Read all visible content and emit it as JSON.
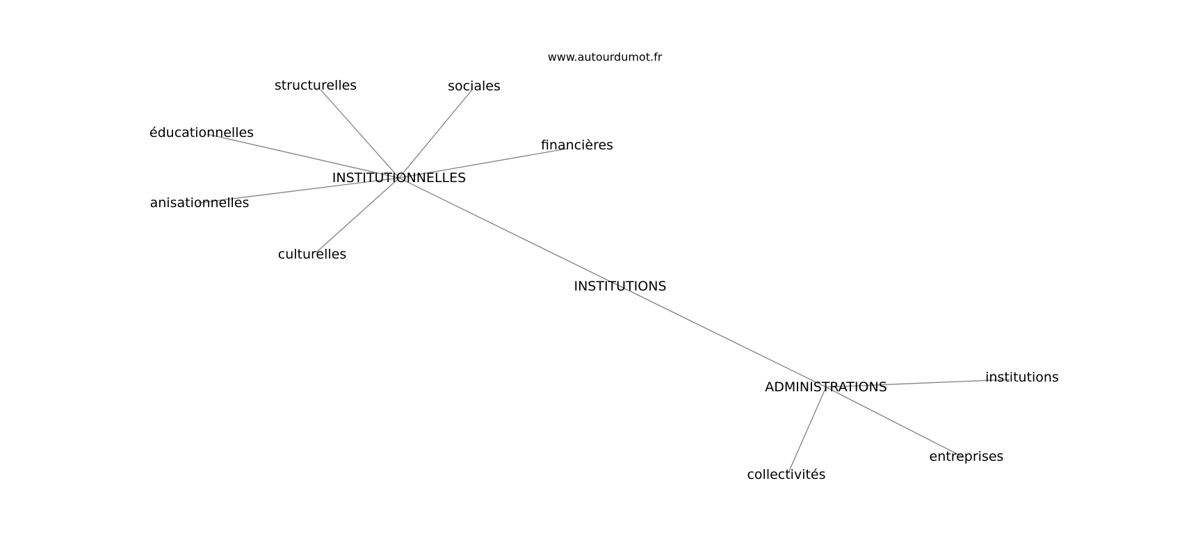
{
  "source_label": "www.autourdumot.fr",
  "nodes": {
    "institutionnelles": "INSTITUTIONNELLES",
    "institutions_hub": "INSTITUTIONS",
    "administrations": "ADMINISTRATIONS",
    "structurelles": "structurelles",
    "sociales": "sociales",
    "educationnelles": "éducationnelles",
    "financieres": "financières",
    "anisationnelles": "anisationnelles",
    "culturelles": "culturelles",
    "institutions": "institutions",
    "entreprises": "entreprises",
    "collectivites": "collectivités"
  },
  "edges": [
    [
      "institutionnelles",
      "structurelles"
    ],
    [
      "institutionnelles",
      "sociales"
    ],
    [
      "institutionnelles",
      "educationnelles"
    ],
    [
      "institutionnelles",
      "financieres"
    ],
    [
      "institutionnelles",
      "anisationnelles"
    ],
    [
      "institutionnelles",
      "culturelles"
    ],
    [
      "institutionnelles",
      "institutions_hub"
    ],
    [
      "institutions_hub",
      "administrations"
    ],
    [
      "administrations",
      "institutions"
    ],
    [
      "administrations",
      "entreprises"
    ],
    [
      "administrations",
      "collectivites"
    ]
  ]
}
